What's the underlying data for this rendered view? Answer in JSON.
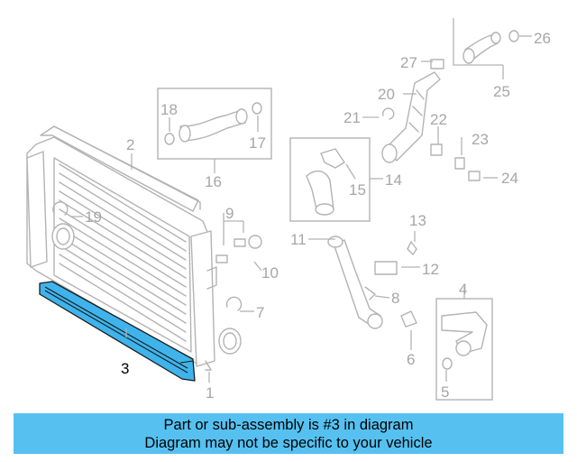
{
  "callouts": {
    "c1": "1",
    "c2": "2",
    "c3": "3",
    "c4": "4",
    "c5": "5",
    "c6": "6",
    "c7": "7",
    "c8": "8",
    "c9": "9",
    "c10": "10",
    "c11": "11",
    "c12": "12",
    "c13": "13",
    "c14": "14",
    "c15": "15",
    "c16": "16",
    "c17": "17",
    "c18": "18",
    "c19": "19",
    "c20": "20",
    "c21": "21",
    "c22": "22",
    "c23": "23",
    "c24": "24",
    "c25": "25",
    "c26": "26",
    "c27": "27"
  },
  "highlighted_part": "3",
  "banner": {
    "line1": "Part or sub-assembly is #3 in diagram",
    "line2": "Diagram may not be specific to your vehicle"
  },
  "colors": {
    "highlight": "#3fb4ec",
    "banner": "#56c1f1",
    "line_art": "#b3b3b3"
  }
}
